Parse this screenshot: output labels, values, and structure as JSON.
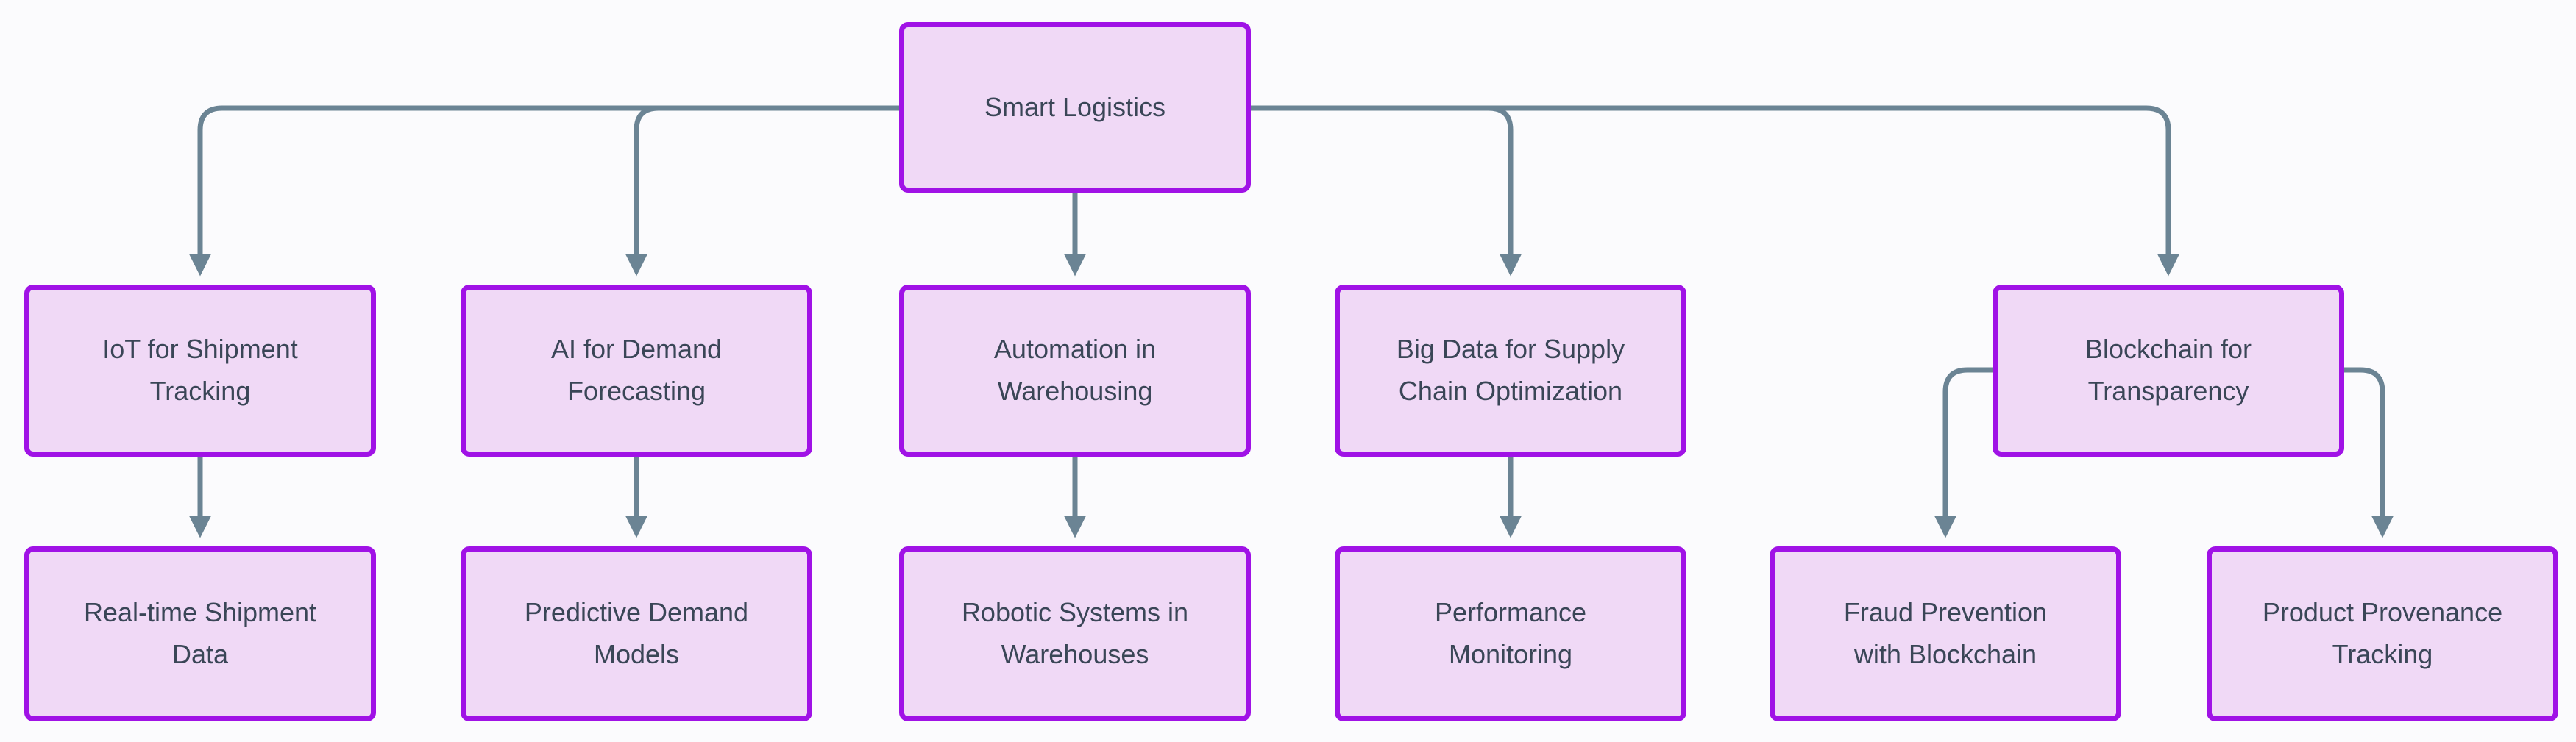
{
  "diagram": {
    "colors": {
      "node_fill": "#F0D9F6",
      "node_border": "#A012E6",
      "node_text": "#3A4657",
      "edge": "#6B8494",
      "background": "#FBFBFD"
    },
    "nodes": {
      "root": {
        "label": "Smart Logistics"
      },
      "iot": {
        "label": "IoT for Shipment\nTracking"
      },
      "ai": {
        "label": "AI for Demand\nForecasting"
      },
      "automation": {
        "label": "Automation in\nWarehousing"
      },
      "bigdata": {
        "label": "Big Data for Supply\nChain Optimization"
      },
      "blockchain": {
        "label": "Blockchain for\nTransparency"
      },
      "realtime": {
        "label": "Real-time Shipment\nData"
      },
      "predictive": {
        "label": "Predictive Demand\nModels"
      },
      "robotic": {
        "label": "Robotic Systems in\nWarehouses"
      },
      "performance": {
        "label": "Performance\nMonitoring"
      },
      "fraud": {
        "label": "Fraud Prevention\nwith Blockchain"
      },
      "provenance": {
        "label": "Product Provenance\nTracking"
      }
    }
  }
}
